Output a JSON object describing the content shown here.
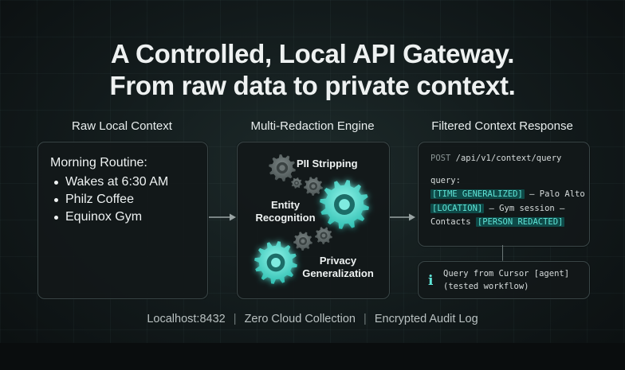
{
  "title": {
    "line1": "A Controlled, Local API Gateway.",
    "line2": "From raw data to private context."
  },
  "columns": {
    "raw": "Raw Local Context",
    "engine": "Multi-Redaction Engine",
    "filtered": "Filtered Context Response"
  },
  "raw_context": {
    "heading": "Morning Routine:",
    "items": [
      "Wakes at 6:30 AM",
      "Philz Coffee",
      "Equinox Gym"
    ]
  },
  "engine": {
    "stage1": "PII Stripping",
    "stage2_line1": "Entity",
    "stage2_line2": "Recognition",
    "stage3_line1": "Privacy",
    "stage3_line2": "Generalization"
  },
  "response": {
    "method": "POST",
    "path": "/api/v1/context/query",
    "query_label": "query:",
    "line2_tag": "[TIME GENERALIZED]",
    "line2_rest": " – Palo Alto",
    "line3_tag": "[LOCATION]",
    "line3_rest": " – Gym session –",
    "line4_pre": "Contacts ",
    "line4_tag": "[PERSON REDACTED]"
  },
  "info": {
    "icon": "info-icon",
    "line1": "Query from Cursor [agent]",
    "line2": "(tested workflow)"
  },
  "footer": {
    "item1": "Localhost:8432",
    "item2": "Zero Cloud Collection",
    "item3": "Encrypted Audit Log",
    "separator": "|"
  },
  "colors": {
    "accent": "#4fd8c9",
    "tag_bg": "#0e4a48",
    "gear_gray": "#5d6666"
  }
}
